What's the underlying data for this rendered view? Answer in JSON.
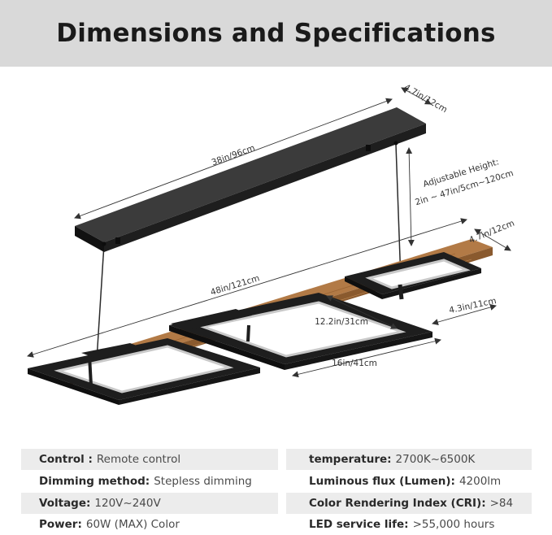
{
  "header": {
    "title": "Dimensions and Specifications"
  },
  "dimensions": {
    "canopy_length": "38in/96cm",
    "canopy_width": "4.7in/12cm",
    "adjustable_height_title": "Adjustable Height:",
    "adjustable_height_value": "2in ~ 47in/5cm~120cm",
    "fixture_length": "48in/121cm",
    "fixture_width": "4.7in/12cm",
    "frame_inner": "12.2in/31cm",
    "frame_depth": "4.3in/11cm",
    "frame_outer": "16in/41cm"
  },
  "colors": {
    "header_bg": "#d9d9d9",
    "row_shade": "#ececec",
    "frame_black": "#1e1e1e",
    "wood": "#a8703f",
    "led_inner": "#c9c9c9"
  },
  "specs": {
    "left": [
      {
        "label": "Control :",
        "value": "Remote control"
      },
      {
        "label": "Dimming method:",
        "value": "Stepless dimming"
      },
      {
        "label": "Voltage:",
        "value": "120V~240V"
      },
      {
        "label": "Power:",
        "value": "60W (MAX) Color"
      }
    ],
    "right": [
      {
        "label": "temperature:",
        "value": "2700K~6500K"
      },
      {
        "label": "Luminous flux (Lumen):",
        "value": "4200lm"
      },
      {
        "label": "Color Rendering Index (CRI):",
        "value": ">84"
      },
      {
        "label": "LED service life:",
        "value": ">55,000 hours"
      }
    ]
  }
}
